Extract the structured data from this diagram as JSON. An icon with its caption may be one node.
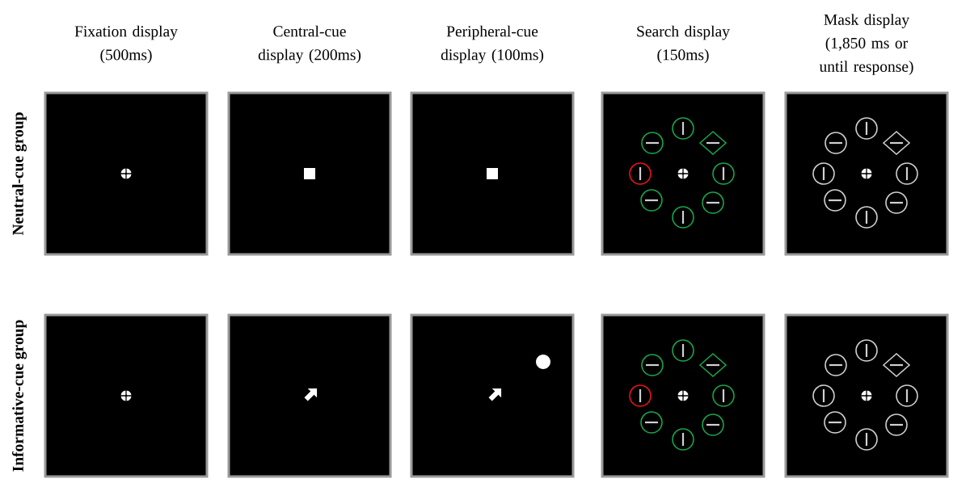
{
  "diagram": {
    "labels": [
      "Fixation display (500ms)",
      "Central-cue display (200ms)",
      "Peripheral-cue display (100ms)",
      "Search display (150ms)",
      "Mask display (1,850 ms or until response)",
      "Neutral-cue group",
      "Informative-cue group"
    ]
  }
}
